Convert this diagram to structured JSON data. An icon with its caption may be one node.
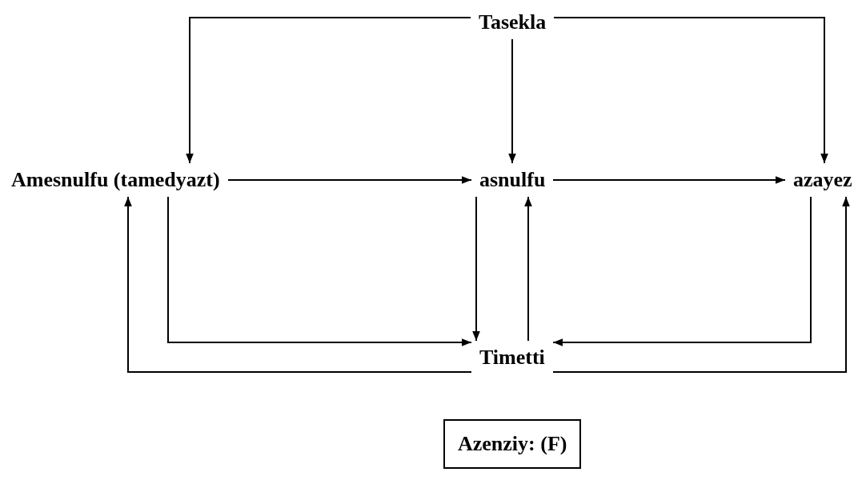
{
  "diagram": {
    "nodes": [
      {
        "text": [
          "Tasekla"
        ]
      },
      {
        "text": [
          "Amesnulfu (tamedyazt)"
        ]
      },
      {
        "text": [
          "asnulfu"
        ]
      },
      {
        "text": [
          "azayez"
        ]
      },
      {
        "text": [
          "Timetti"
        ]
      },
      {
        "text": [
          "Azenziy: (F)"
        ]
      }
    ],
    "edges": [
      {
        "from": 0,
        "to": 1,
        "arrow": "to"
      },
      {
        "from": 0,
        "to": 2,
        "arrow": "to"
      },
      {
        "from": 0,
        "to": 3,
        "arrow": "to"
      },
      {
        "from": 1,
        "to": 2,
        "arrow": "to"
      },
      {
        "from": 2,
        "to": 3,
        "arrow": "to"
      },
      {
        "from": 2,
        "to": 4,
        "arrow": "to"
      },
      {
        "from": 4,
        "to": 2,
        "arrow": "to"
      },
      {
        "from": 1,
        "to": 4,
        "arrow": "to"
      },
      {
        "from": 3,
        "to": 4,
        "arrow": "to"
      },
      {
        "from": 4,
        "to": 1,
        "arrow": "to"
      },
      {
        "from": 4,
        "to": 3,
        "arrow": "to"
      }
    ]
  }
}
